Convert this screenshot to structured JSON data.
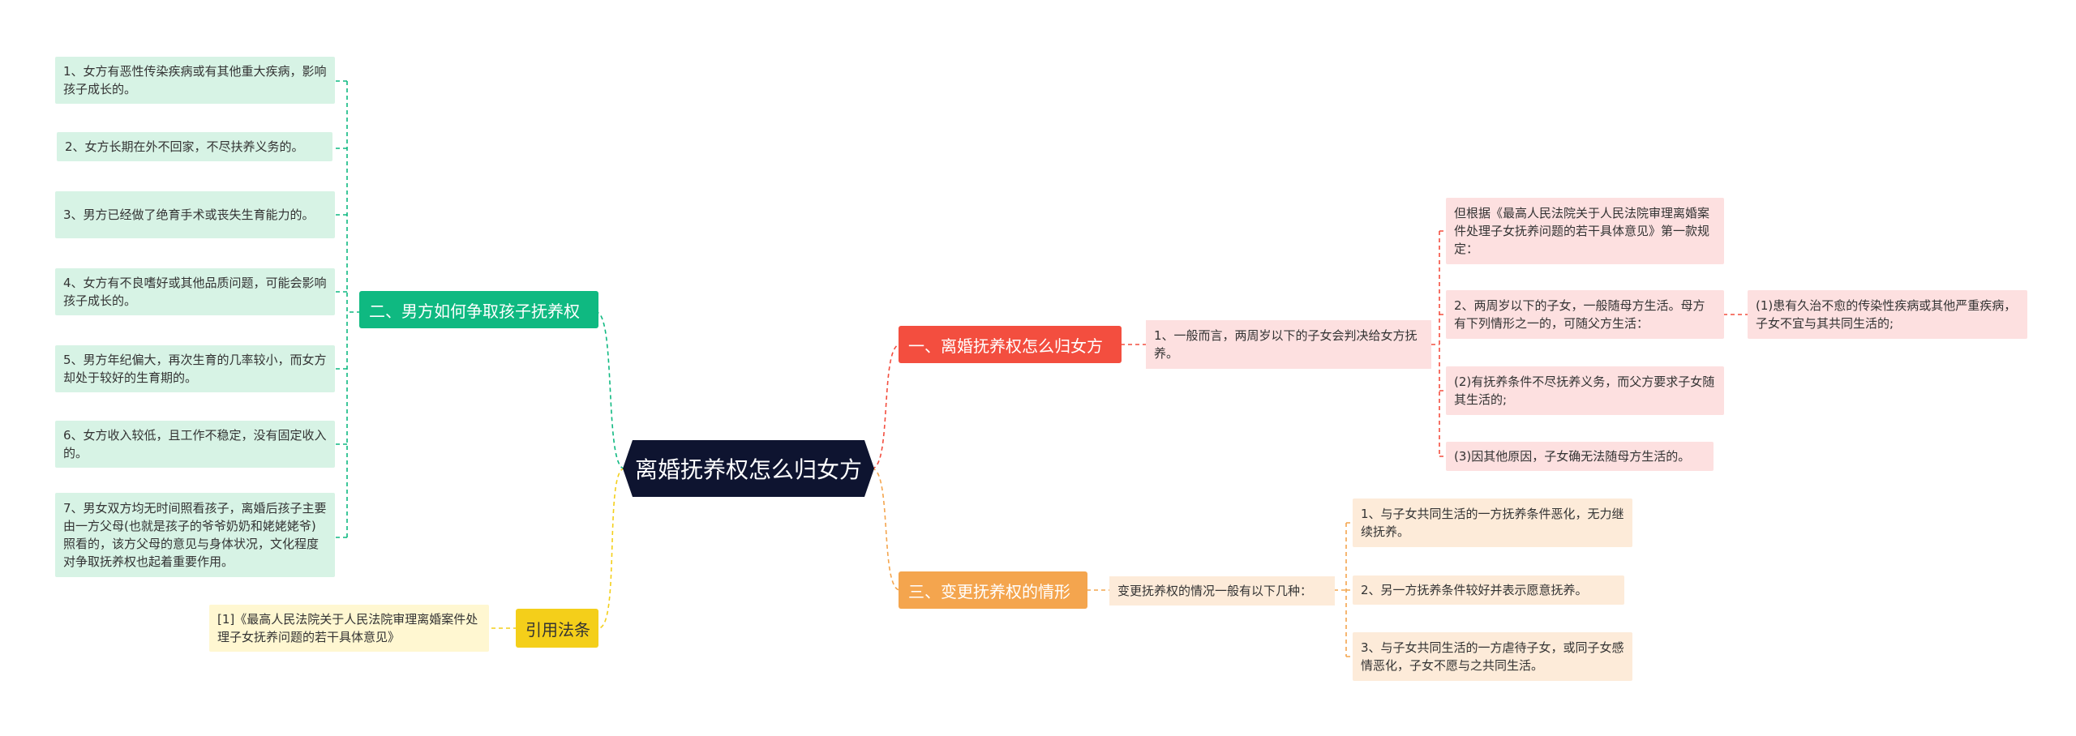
{
  "root": {
    "label": "离婚抚养权怎么归女方"
  },
  "left_branch": {
    "label": "二、男方如何争取孩子抚养权",
    "items": [
      "1、女方有恶性传染疾病或有其他重大疾病，影响孩子成长的。",
      "2、女方长期在外不回家，不尽扶养义务的。",
      "3、男方已经做了绝育手术或丧失生育能力的。",
      "4、女方有不良嗜好或其他品质问题，可能会影响孩子成长的。",
      "5、男方年纪偏大，再次生育的几率较小，而女方却处于较好的生育期的。",
      "6、女方收入较低，且工作不稳定，没有固定收入的。",
      "7、男女双方均无时间照看孩子，离婚后孩子主要由一方父母(也就是孩子的爷爷奶奶和姥姥姥爷)照看的，该方父母的意见与身体状况，文化程度对争取抚养权也起着重要作用。"
    ]
  },
  "law_branch": {
    "label": "引用法条",
    "item": "[1]《最高人民法院关于人民法院审理离婚案件处理子女抚养问题的若干具体意见》"
  },
  "right_branch_1": {
    "label": "一、离婚抚养权怎么归女方",
    "mid": "1、一般而言，两周岁以下的子女会判决给女方抚养。",
    "items": [
      "但根据《最高人民法院关于人民法院审理离婚案件处理子女抚养问题的若干具体意见》第一款规定：",
      "2、两周岁以下的子女，一般随母方生活。母方有下列情形之一的，可随父方生活：",
      "(2)有抚养条件不尽抚养义务，而父方要求子女随其生活的;",
      "(3)因其他原因，子女确无法随母方生活的。"
    ],
    "sub_item": "(1)患有久治不愈的传染性疾病或其他严重疾病，子女不宜与其共同生活的;"
  },
  "right_branch_3": {
    "label": "三、变更抚养权的情形",
    "mid": "变更抚养权的情况一般有以下几种：",
    "items": [
      "1、与子女共同生活的一方抚养条件恶化，无力继续抚养。",
      "2、另一方抚养条件较好并表示愿意抚养。",
      "3、与子女共同生活的一方虐待子女，或同子女感情恶化，子女不愿与之共同生活。"
    ]
  },
  "colors": {
    "green": "#0fb981",
    "red": "#f34e3f",
    "orange": "#f4a54e",
    "yellow": "#f4cf1a",
    "root": "#0e1430"
  }
}
